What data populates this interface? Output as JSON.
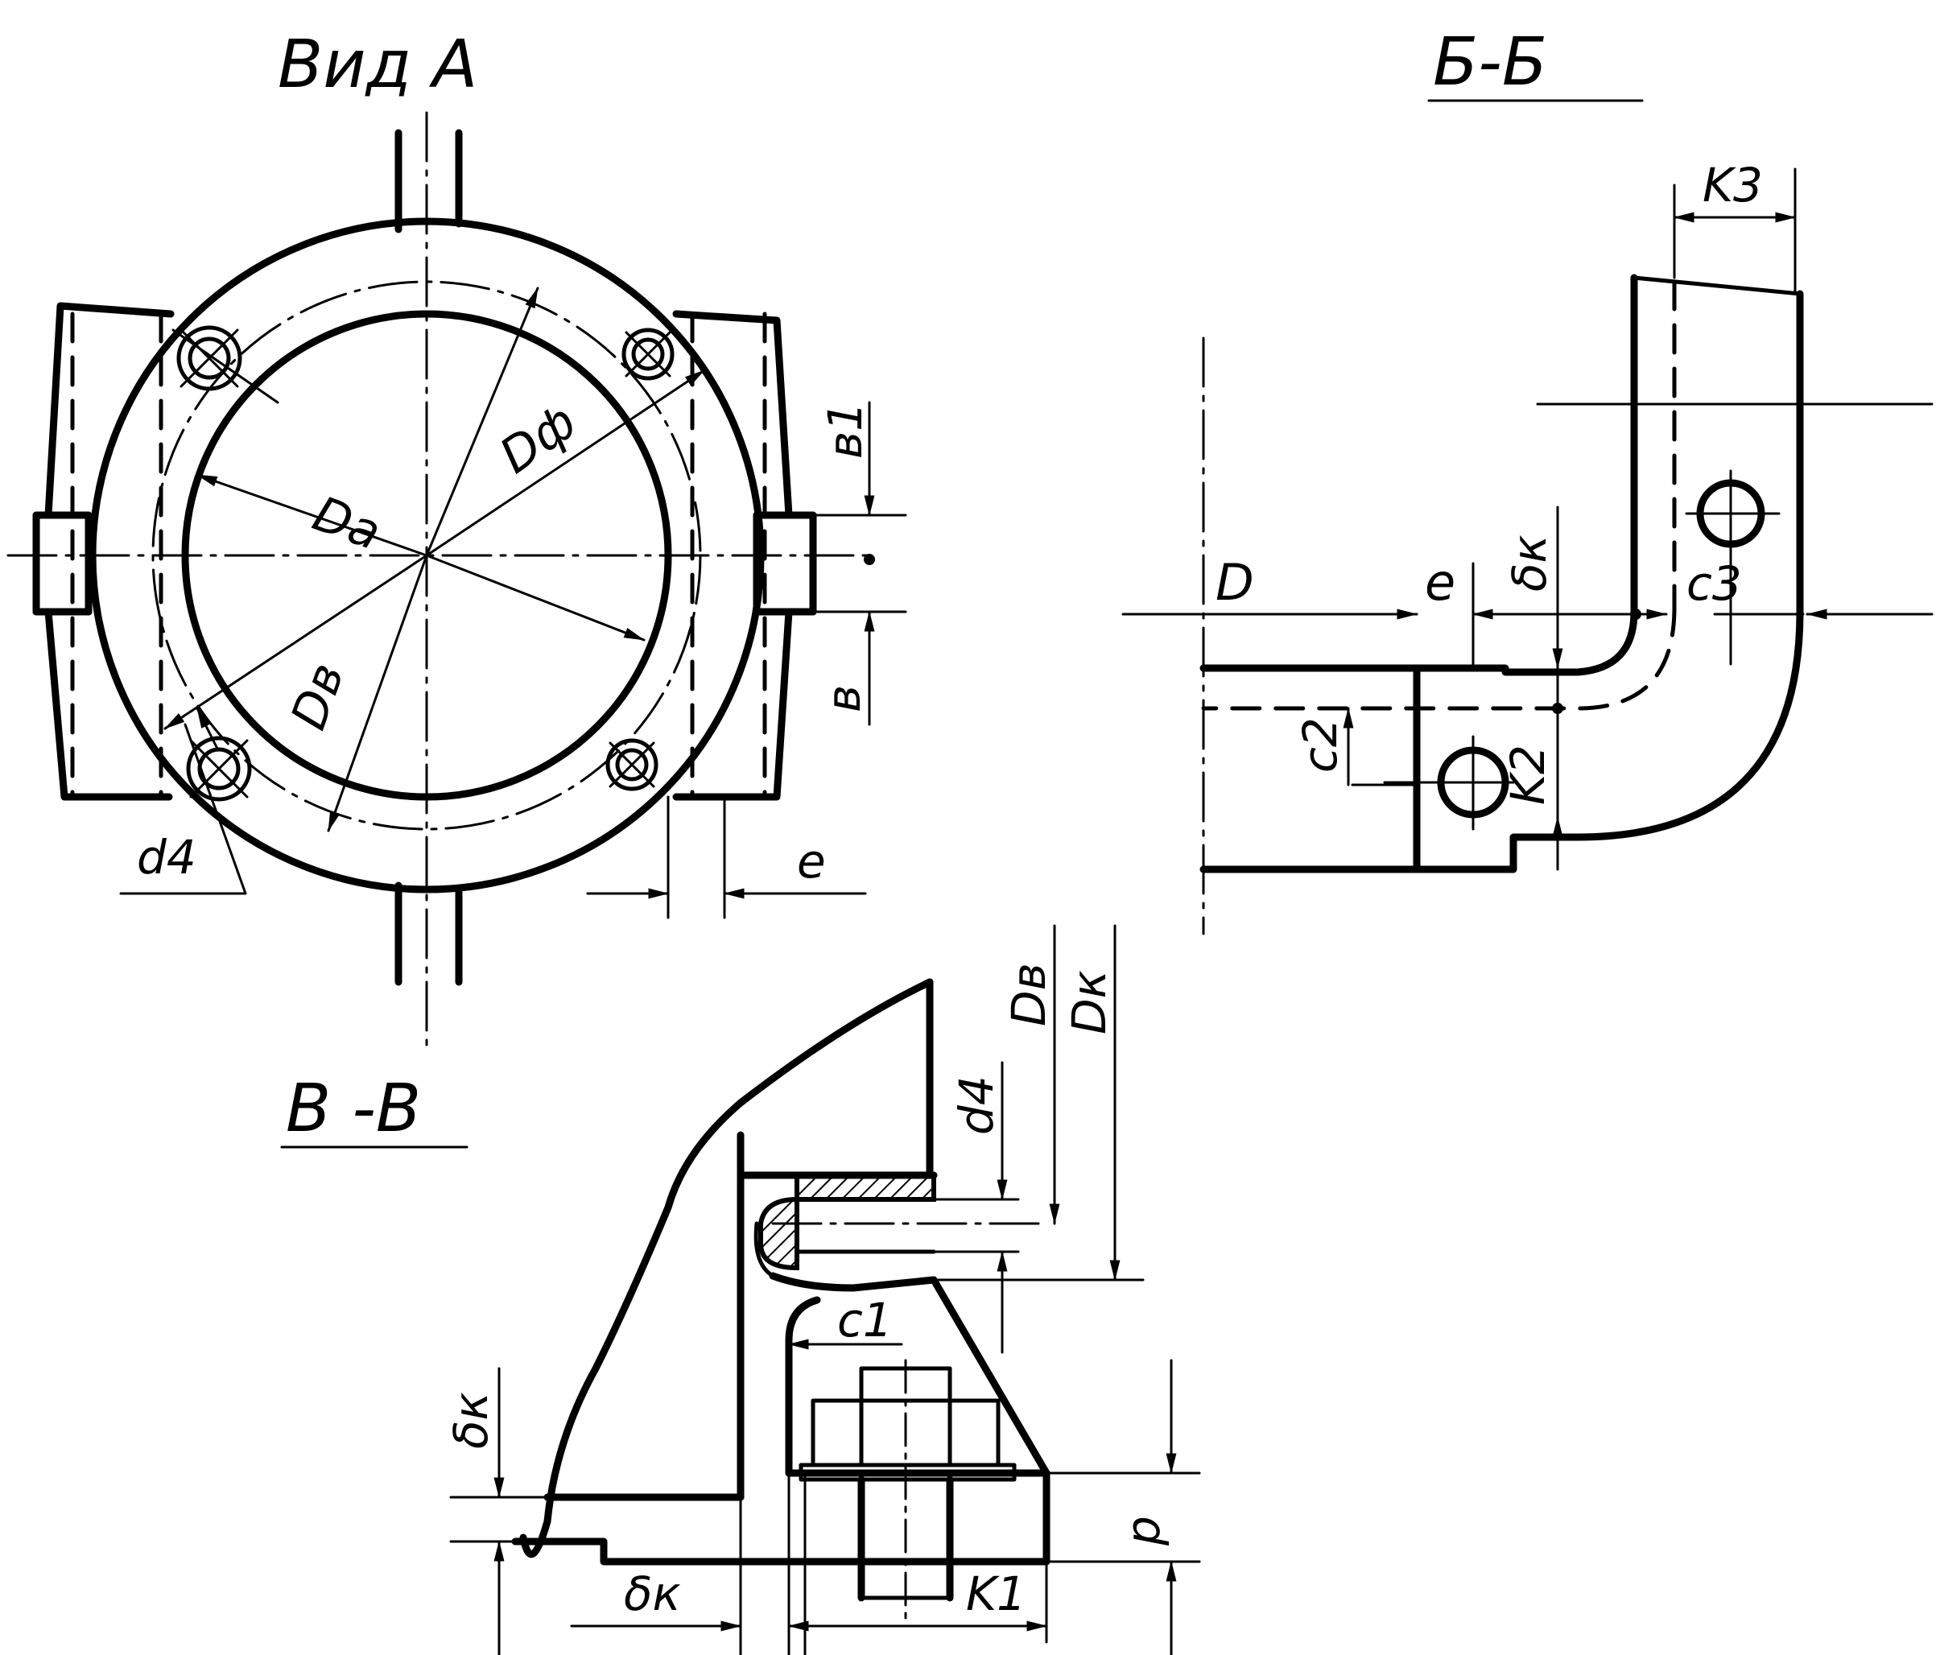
{
  "views": {
    "view_a": {
      "title": "Вид А",
      "labels": {
        "da": "Da",
        "df": "Dф",
        "dv": "Dв",
        "d4": "d4",
        "e": "e",
        "b1": "в1",
        "b": "в"
      }
    },
    "section_bb": {
      "title": "Б-Б",
      "labels": {
        "d": "D",
        "e": "e",
        "dk": "δк",
        "c2": "c2",
        "c3": "c3",
        "k2": "K2",
        "k3": "K3"
      }
    },
    "section_vv": {
      "title": "В -В",
      "labels": {
        "dv": "Dв",
        "dk_big": "Dк",
        "d4": "d4",
        "c1": "c1",
        "dk_left": "δк",
        "dk_bottom": "δк",
        "k1": "K1",
        "p": "p"
      }
    }
  },
  "colors": {
    "ink": "#000000",
    "paper": "#ffffff"
  }
}
